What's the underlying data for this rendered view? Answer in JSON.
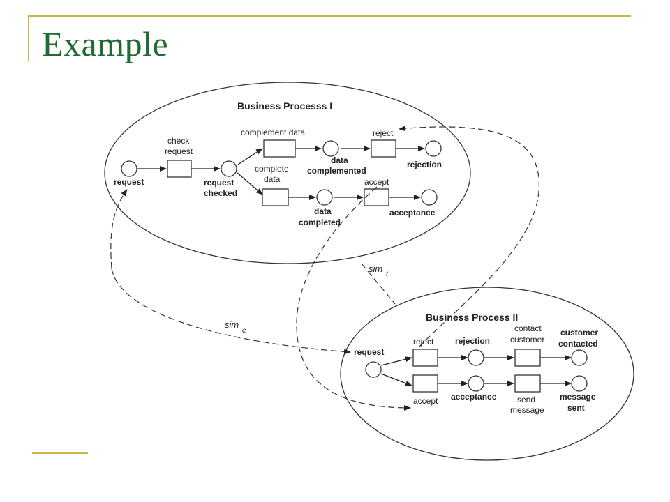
{
  "slide": {
    "title": "Example"
  },
  "process1": {
    "title": "Business Processs I",
    "places": {
      "request": "request",
      "request_checked_1": "request",
      "request_checked_2": "checked",
      "data_complemented_1": "data",
      "data_complemented_2": "complemented",
      "rejection": "rejection",
      "data_completed_1": "data",
      "data_completed_2": "completed",
      "acceptance": "acceptance"
    },
    "transitions": {
      "check_request_1": "check",
      "check_request_2": "request",
      "complement_data": "complement data",
      "reject": "reject",
      "complete_data_1": "complete",
      "complete_data_2": "data",
      "accept": "accept"
    }
  },
  "process2": {
    "title": "Business Process II",
    "places": {
      "request": "request",
      "rejection": "rejection",
      "customer_contacted_1": "customer",
      "customer_contacted_2": "contacted",
      "acceptance": "acceptance",
      "message_sent_1": "message",
      "message_sent_2": "sent"
    },
    "transitions": {
      "reject": "reject",
      "accept": "accept",
      "contact_customer_1": "contact",
      "contact_customer_2": "customer",
      "send_message_1": "send",
      "send_message_2": "message"
    }
  },
  "similarities": {
    "sim_t_base": "sim",
    "sim_t_sub": "t",
    "sim_e_base": "sim",
    "sim_e_sub": "e"
  }
}
